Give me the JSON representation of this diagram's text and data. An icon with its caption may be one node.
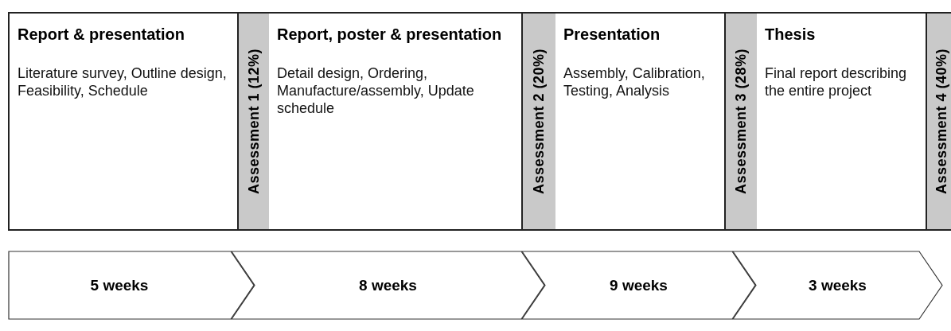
{
  "diagram": {
    "nodes": [
      {
        "text": [
          "Report & presentation",
          "Literature survey, Outline design, Feasibility, Schedule"
        ]
      },
      {
        "text": [
          "Assessment 1 (12%)"
        ]
      },
      {
        "text": [
          "Report, poster & presentation",
          "Detail design, Ordering, Manufacture/assembly, Update schedule"
        ]
      },
      {
        "text": [
          "Assessment 2 (20%)"
        ]
      },
      {
        "text": [
          "Presentation",
          "Assembly, Calibration, Testing, Analysis"
        ]
      },
      {
        "text": [
          "Assessment 3 (28%)"
        ]
      },
      {
        "text": [
          "Thesis",
          "Final report describing the entire project"
        ]
      },
      {
        "text": [
          "Assessment 4 (40%)"
        ]
      },
      {
        "text": [
          "5 weeks"
        ]
      },
      {
        "text": [
          "8 weeks"
        ]
      },
      {
        "text": [
          "9 weeks"
        ]
      },
      {
        "text": [
          "3 weeks"
        ]
      }
    ]
  }
}
